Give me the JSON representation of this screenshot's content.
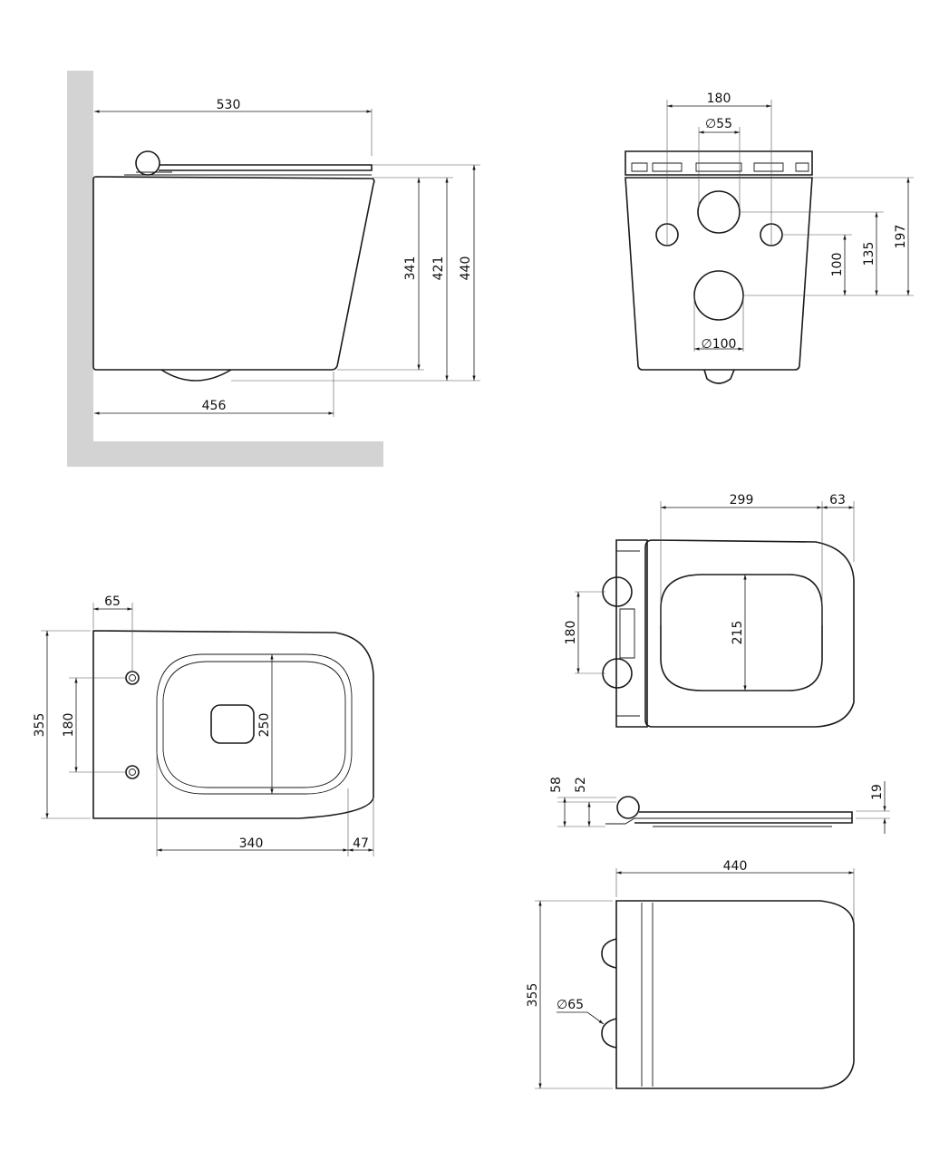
{
  "colors": {
    "line": "#1a1a1a",
    "wall": "#d3d3d3",
    "background": "#ffffff"
  },
  "side_view": {
    "overall_depth": "530",
    "bottom_depth": "456",
    "height_341": "341",
    "height_421": "421",
    "height_440": "440"
  },
  "rear_view": {
    "bolt_spacing": "180",
    "inlet_dia": "∅55",
    "outlet_dia": "∅100",
    "outlet_height": "100",
    "inlet_height": "135",
    "top_height": "197"
  },
  "top_view": {
    "bolt_offset": "65",
    "width": "355",
    "bolt_spacing": "180",
    "bowl_width": "250",
    "bowl_length": "340",
    "front_offset": "47"
  },
  "seat_top_view": {
    "seat_length": "299",
    "hinge_offset": "63",
    "hinge_spacing": "180",
    "opening_width": "215"
  },
  "seat_side_view": {
    "height_58": "58",
    "height_52": "52",
    "thickness": "19"
  },
  "lid_view": {
    "length": "440",
    "width": "355",
    "hinge_dia": "∅65"
  }
}
